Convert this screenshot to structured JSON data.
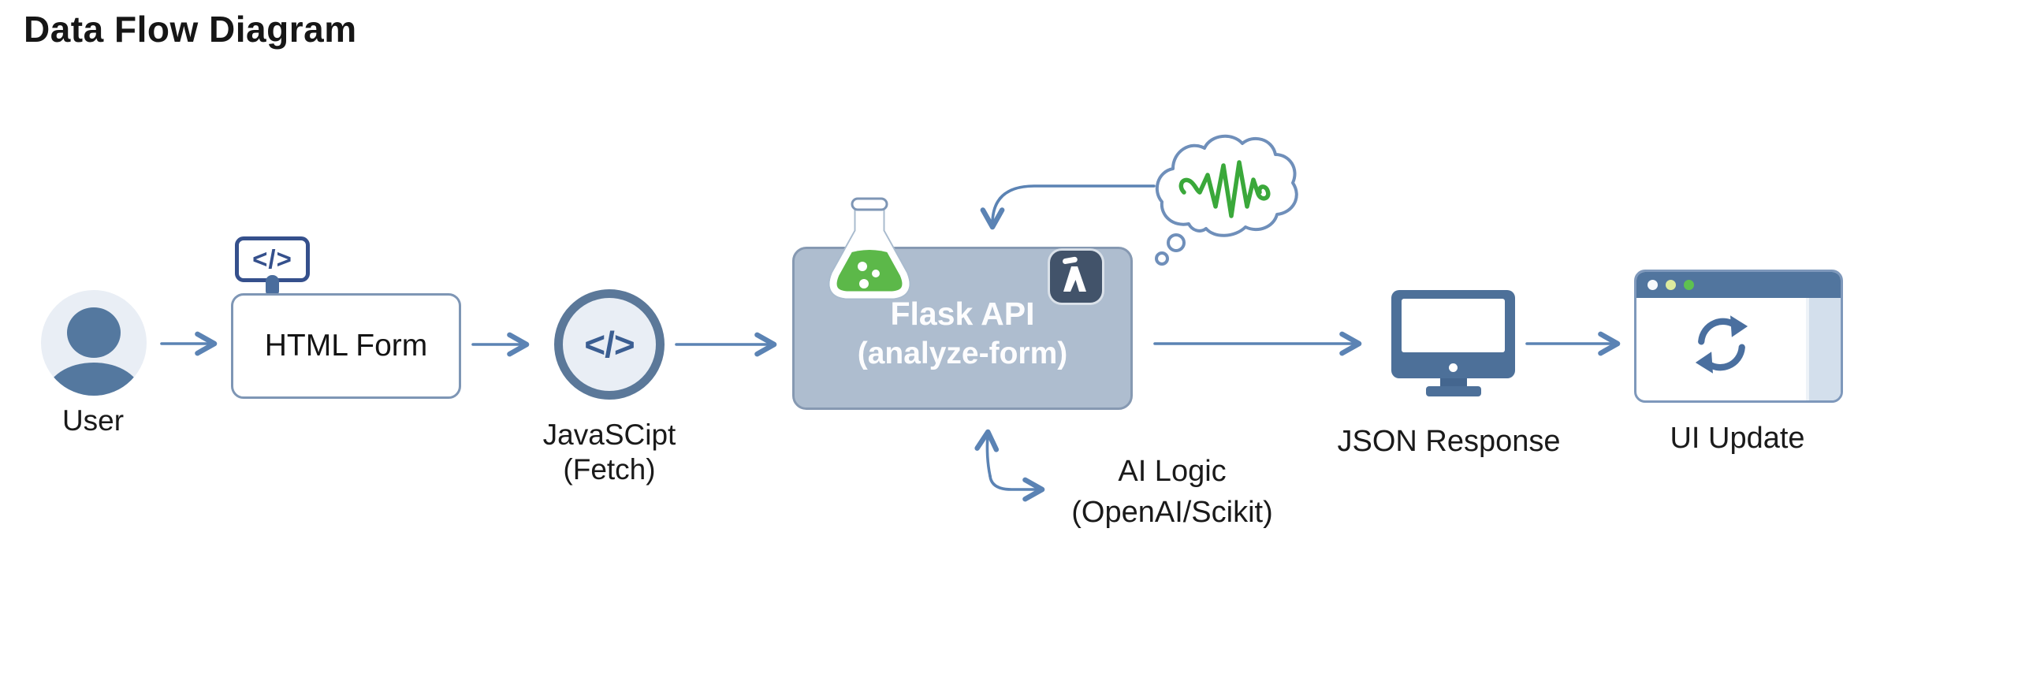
{
  "title": "Data Flow Diagram",
  "nodes": {
    "user": {
      "label": "User"
    },
    "html_form": {
      "label": "HTML Form",
      "badge_icon": "</>"
    },
    "javascript": {
      "icon": "</>",
      "line1": "JavaSCipt",
      "line2": "(Fetch)"
    },
    "flask_api": {
      "line1": "Flask API",
      "line2": "(analyze-form)"
    },
    "ai_logic": {
      "line1": "AI Logic",
      "line2": "(OpenAI/Scikit)"
    },
    "json_response": {
      "label": "JSON Response"
    },
    "ui_update": {
      "label": "UI Update"
    }
  },
  "colors": {
    "arrow": "#5b83b4",
    "title_text": "#161616",
    "label_text": "#1a1a1a",
    "node_border": "#7e96b5",
    "dark_blue": "#35508c",
    "avatar_bg": "#e9eef5",
    "avatar_person": "#54789f",
    "circle_ring": "#5b7899",
    "flask_box_fill": "#aebdcf",
    "flask_box_border": "#8699b2",
    "flask_box_text": "#fdfdfe",
    "flask_green": "#5cb849",
    "wave_green": "#3aa83a",
    "badge_dark": "#42536a",
    "cloud_stroke": "#6f8fba",
    "monitor_blue": "#4d7099",
    "browser_titlebar": "#51759e",
    "browser_border": "#7e98bb",
    "scroll_col": "#d3dfec",
    "dot_white": "#f6f9fb",
    "dot_yellow": "#dcea9e",
    "dot_green": "#5ec14f"
  }
}
